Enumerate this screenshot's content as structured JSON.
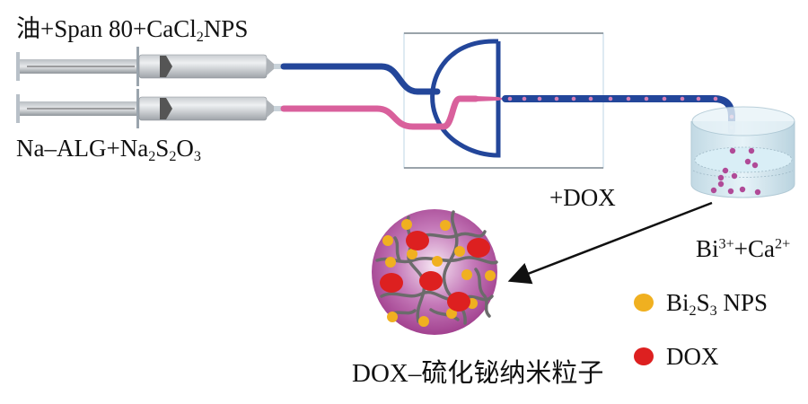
{
  "diagram": {
    "labels": {
      "oil_phase": {
        "prefix": "油+Span 80+CaCl",
        "sub": "2",
        "suffix": "NPS"
      },
      "aqueous_phase": {
        "a": "Na–ALG+Na",
        "s1": "2",
        "b": "S",
        "s2": "2",
        "c": "O",
        "s3": "3"
      },
      "add_dox": "+DOX",
      "ions": {
        "a": "Bi",
        "sup1": "3+",
        "b": "+Ca",
        "sup2": "2+"
      },
      "product": "DOX–硫化铋纳米粒子"
    },
    "legend": [
      {
        "name": "bi2s3-nps",
        "text_a": "Bi",
        "sub1": "2",
        "text_b": "S",
        "sub2": "3",
        "text_c": " NPS",
        "color": "#f0b020"
      },
      {
        "name": "dox",
        "text_a": "DOX",
        "color": "#dd2020"
      }
    ],
    "colors": {
      "oil_tube": "#23469a",
      "aqueous_tube": "#d9609c",
      "droplet": "#d77fb3",
      "particle": "#b04a97",
      "network": "#6b6b6b",
      "bath": "#cfe8f2"
    }
  }
}
